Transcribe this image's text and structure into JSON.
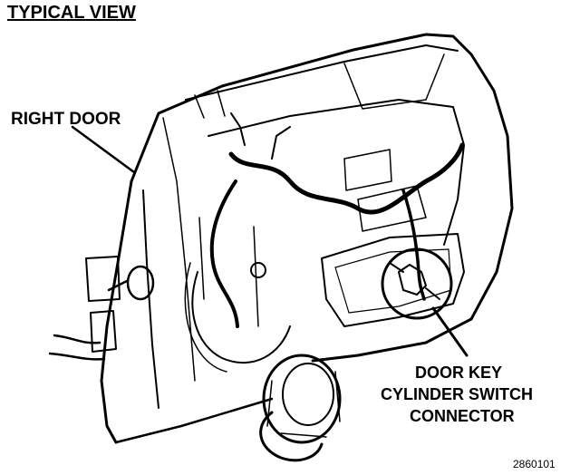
{
  "title": "TYPICAL VIEW",
  "labels": {
    "right_door": "RIGHT DOOR",
    "door_key_line1": "DOOR KEY",
    "door_key_line2": "CYLINDER SWITCH",
    "door_key_line3": "CONNECTOR"
  },
  "figure_id": "2860101"
}
